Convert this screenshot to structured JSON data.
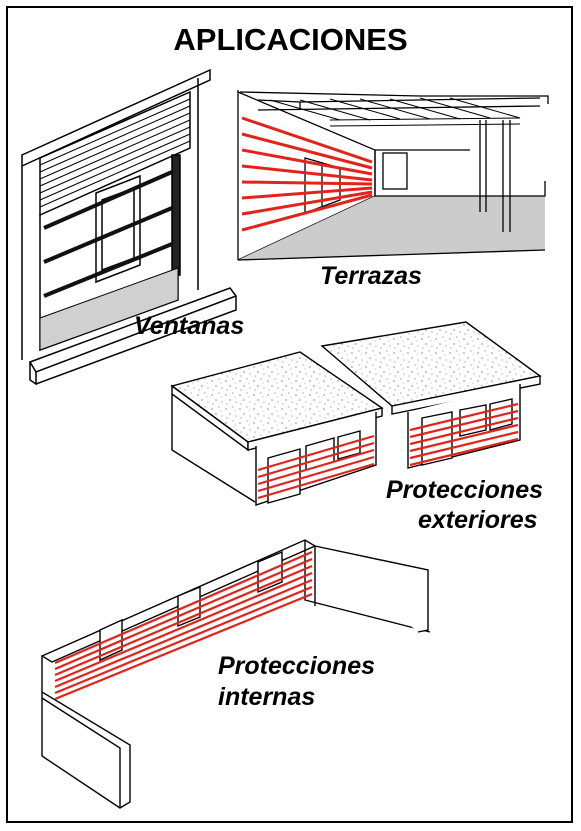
{
  "title": "APLICACIONES",
  "labels": {
    "ventanas": "Ventanas",
    "terrazas": "Terrazas",
    "exteriores_1": "Protecciones",
    "exteriores_2": "exteriores",
    "internas_1": "Protecciones",
    "internas_2": "internas"
  },
  "colors": {
    "beam": "#e2231a",
    "line": "#000000",
    "floor": "#cccccc",
    "roof_fill": "#ffffff"
  }
}
